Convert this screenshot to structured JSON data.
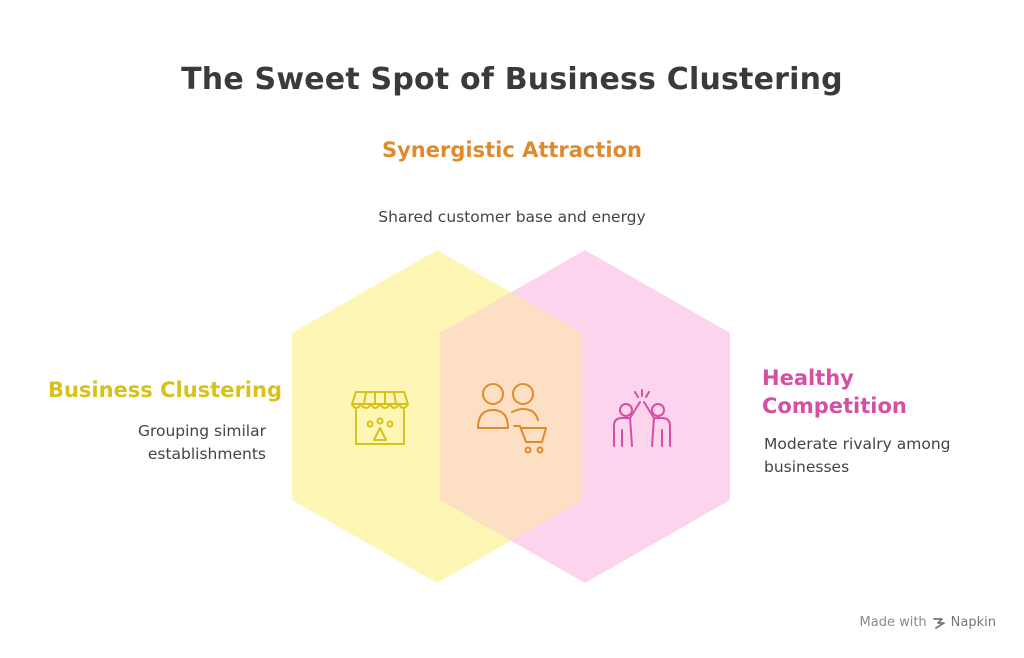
{
  "title": "The Sweet Spot of Business Clustering",
  "sections": {
    "top": {
      "heading": "Synergistic Attraction",
      "description": "Shared customer base and energy",
      "color": "#e08a2e",
      "fill": "#fde0c4",
      "icon": "people-cart-icon"
    },
    "left": {
      "heading": "Business Clustering",
      "description": "Grouping similar establishments",
      "color": "#d8c21a",
      "fill": "#fdf6b5",
      "icon": "storefront-icon"
    },
    "right": {
      "heading": "Healthy Competition",
      "description": "Moderate rivalry among businesses",
      "color": "#d64fa4",
      "fill": "#fdd4ee",
      "icon": "high-five-icon"
    }
  },
  "footer": {
    "prefix": "Made with",
    "brand": "Napkin"
  }
}
